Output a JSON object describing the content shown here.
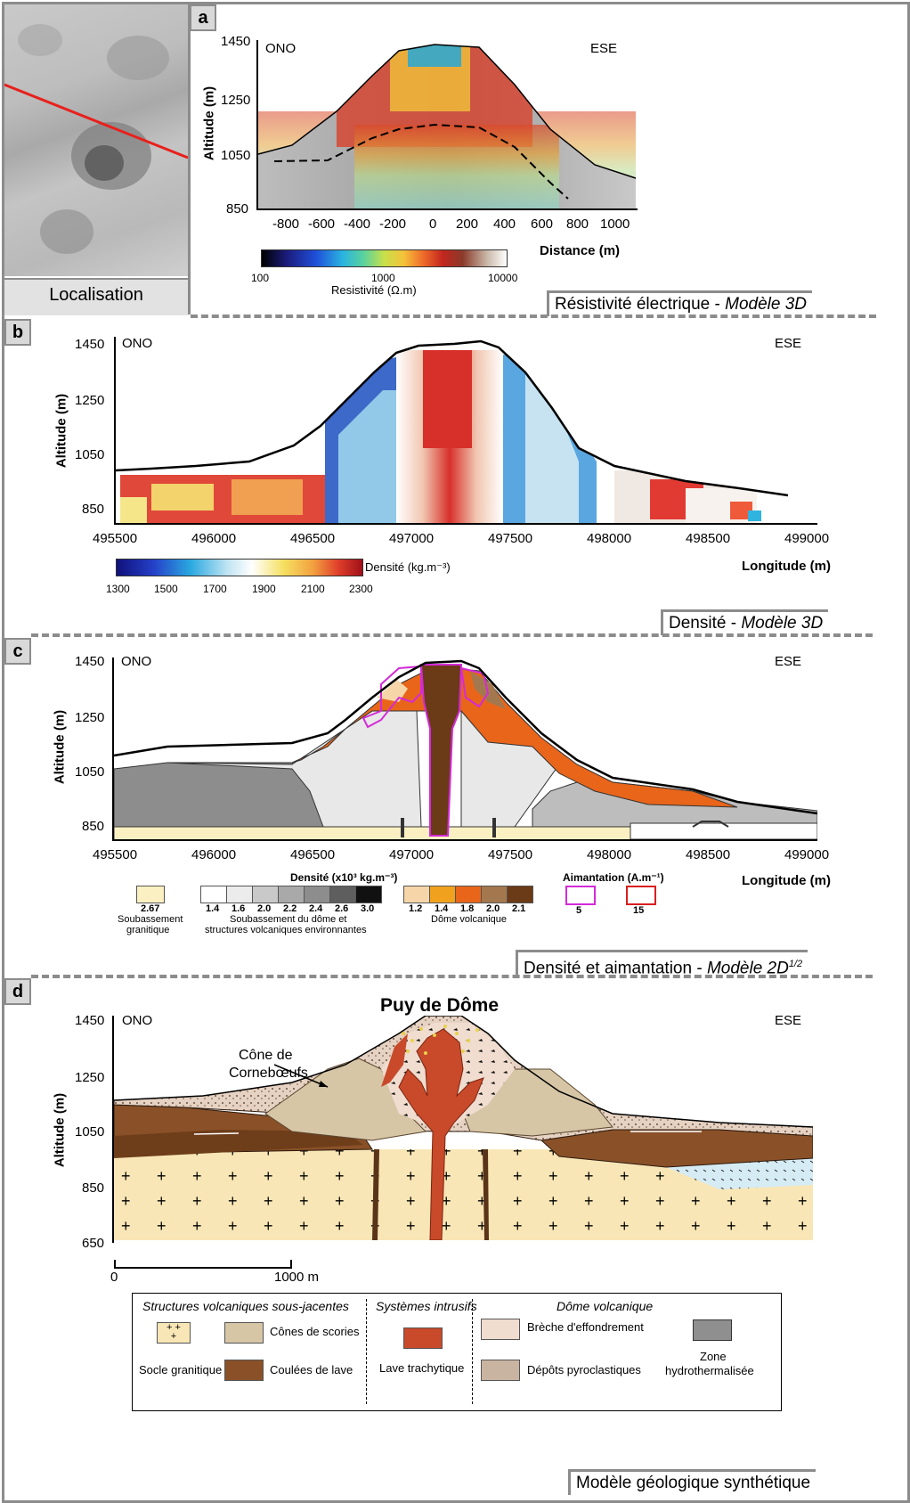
{
  "panel_a": {
    "letter": "a",
    "location_label": "Localisation",
    "left_dir": "ONO",
    "right_dir": "ESE",
    "ylabel": "Altitude (m)",
    "xlabel": "Distance (m)",
    "yticks": [
      "1450",
      "1250",
      "1050",
      "850"
    ],
    "xticks": [
      "-800",
      "-600",
      "-400",
      "-200",
      "0",
      "200",
      "400",
      "600",
      "800",
      "1000"
    ],
    "colorbar_ticks": [
      "100",
      "1000",
      "10000"
    ],
    "colorbar_label": "Resistivité (Ω.m)",
    "tag_main": "Résistivité électrique - ",
    "tag_italic": "Modèle 3D"
  },
  "panel_b": {
    "letter": "b",
    "left_dir": "ONO",
    "right_dir": "ESE",
    "ylabel": "Altitude (m)",
    "xlabel": "Longitude (m)",
    "yticks": [
      "1450",
      "1250",
      "1050",
      "850"
    ],
    "xticks": [
      "495500",
      "496000",
      "496500",
      "497000",
      "497500",
      "498000",
      "498500",
      "499000"
    ],
    "colorbar_ticks": [
      "1300",
      "1500",
      "1700",
      "1900",
      "2100",
      "2300"
    ],
    "colorbar_label": "Densité (kg.m⁻³)",
    "tag_main": "Densité - ",
    "tag_italic": "Modèle 3D"
  },
  "panel_c": {
    "letter": "c",
    "left_dir": "ONO",
    "right_dir": "ESE",
    "ylabel": "Altitude (m)",
    "xlabel": "Longitude (m)",
    "yticks": [
      "1450",
      "1250",
      "1050",
      "850"
    ],
    "xticks": [
      "495500",
      "496000",
      "496500",
      "497000",
      "497500",
      "498000",
      "498500",
      "499000"
    ],
    "density_title": "Densité (x10³ kg.m⁻³)",
    "magnet_title": "Aimantation (A.m⁻¹)",
    "granite_value": "2.67",
    "granite_label_1": "Soubassement",
    "granite_label_2": "granitique",
    "basement_values": [
      "1.4",
      "1.6",
      "2.0",
      "2.2",
      "2.4",
      "2.6",
      "3.0"
    ],
    "basement_label_1": "Soubassement du dôme et",
    "basement_label_2": "structures volcaniques environnantes",
    "dome_values": [
      "1.2",
      "1.4",
      "1.8",
      "2.0",
      "2.1"
    ],
    "dome_label": "Dôme volcanique",
    "magnet_values": [
      "5",
      "15"
    ],
    "tag_main": "Densité et aimantation - ",
    "tag_italic": "Modèle 2D",
    "tag_sup": "1/2"
  },
  "panel_d": {
    "letter": "d",
    "title": "Puy de Dôme",
    "left_dir": "ONO",
    "right_dir": "ESE",
    "ylabel": "Altitude (m)",
    "yticks": [
      "1450",
      "1250",
      "1050",
      "850",
      "650"
    ],
    "scale_start": "0",
    "scale_end": "1000 m",
    "cone_label_1": "Cône de",
    "cone_label_2": "Cornebœufs",
    "legend_h1": "Structures volcaniques sous-jacentes",
    "legend_h2": "Systèmes intrusifs",
    "legend_h3": "Dôme volcanique",
    "legend_items": {
      "socle": "Socle granitique",
      "cones": "Cônes de scories",
      "coulees": "Coulées de lave",
      "lave": "Lave trachytique",
      "breche": "Brèche d'effondrement",
      "depots": "Dépôts pyroclastiques",
      "zone_1": "Zone",
      "zone_2": "hydrothermalisée"
    },
    "tag_main": "Modèle géologique synthétique"
  },
  "colors": {
    "frame_gray": "#8c8c8c",
    "profile_red": "#e8201c",
    "dome_orange": "#e8651a",
    "intrusion_brown": "#6b3a16",
    "magnet_pink": "#d42ad8",
    "magnet_red": "#d91f1f"
  }
}
